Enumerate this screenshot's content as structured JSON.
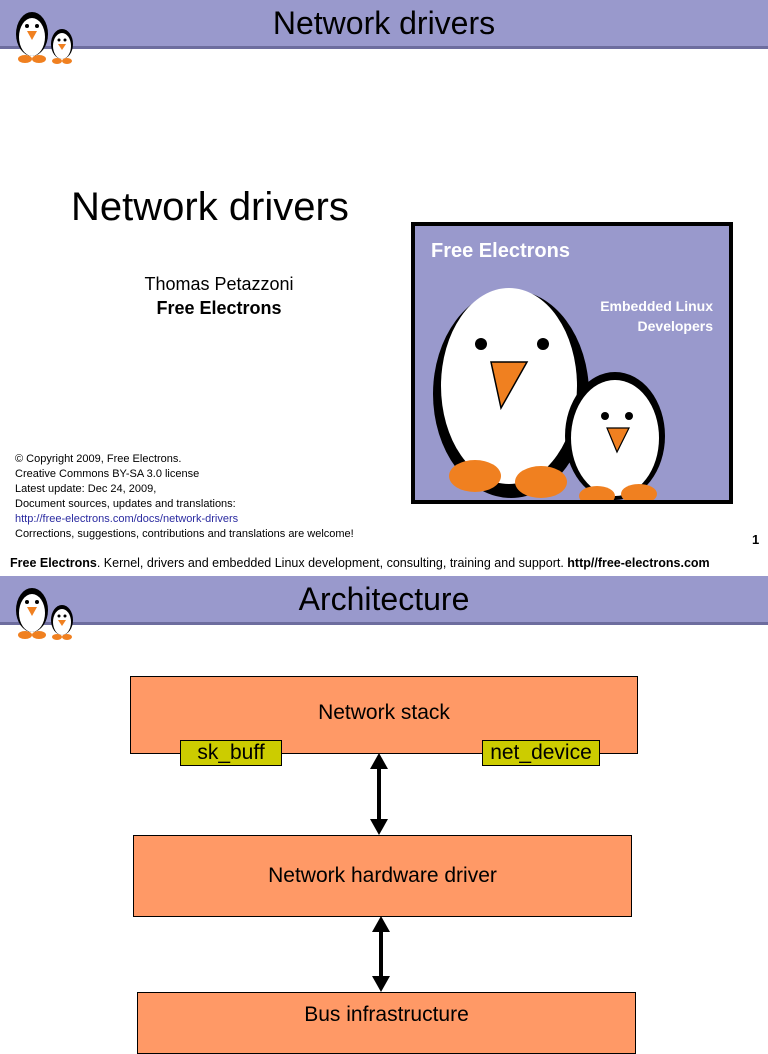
{
  "slide1": {
    "header_title": "Network drivers",
    "title": "Network drivers",
    "author": "Thomas Petazzoni",
    "organization": "Free Electrons",
    "cover": {
      "brand": "Free Electrons",
      "tagline_line1": "Embedded Linux",
      "tagline_line2": "Developers"
    },
    "copyright_lines": [
      "© Copyright 2009, Free Electrons.",
      "Creative Commons BY-SA 3.0 license",
      "Latest update: Dec 24, 2009,",
      "Document sources, updates and translations:"
    ],
    "doc_link": "http://free-electrons.com/docs/network-drivers",
    "welcome": "Corrections, suggestions, contributions and translations are welcome!",
    "page_number": "1"
  },
  "footer": {
    "brand": "Free Electrons",
    "text": ". Kernel, drivers and embedded Linux development, consulting, training and support. ",
    "url": "http//free-electrons.com"
  },
  "slide2": {
    "header_title": "Architecture",
    "boxes": {
      "network_stack": "Network stack",
      "sk_buff": "sk_buff",
      "net_device": "net_device",
      "hardware_driver": "Network hardware driver",
      "bus_infrastructure": "Bus infrastructure"
    }
  },
  "colors": {
    "header_bar": "#9999cc",
    "box_fill": "#ff9966",
    "tag_fill": "#cccc00",
    "link": "#2a2aa0"
  }
}
